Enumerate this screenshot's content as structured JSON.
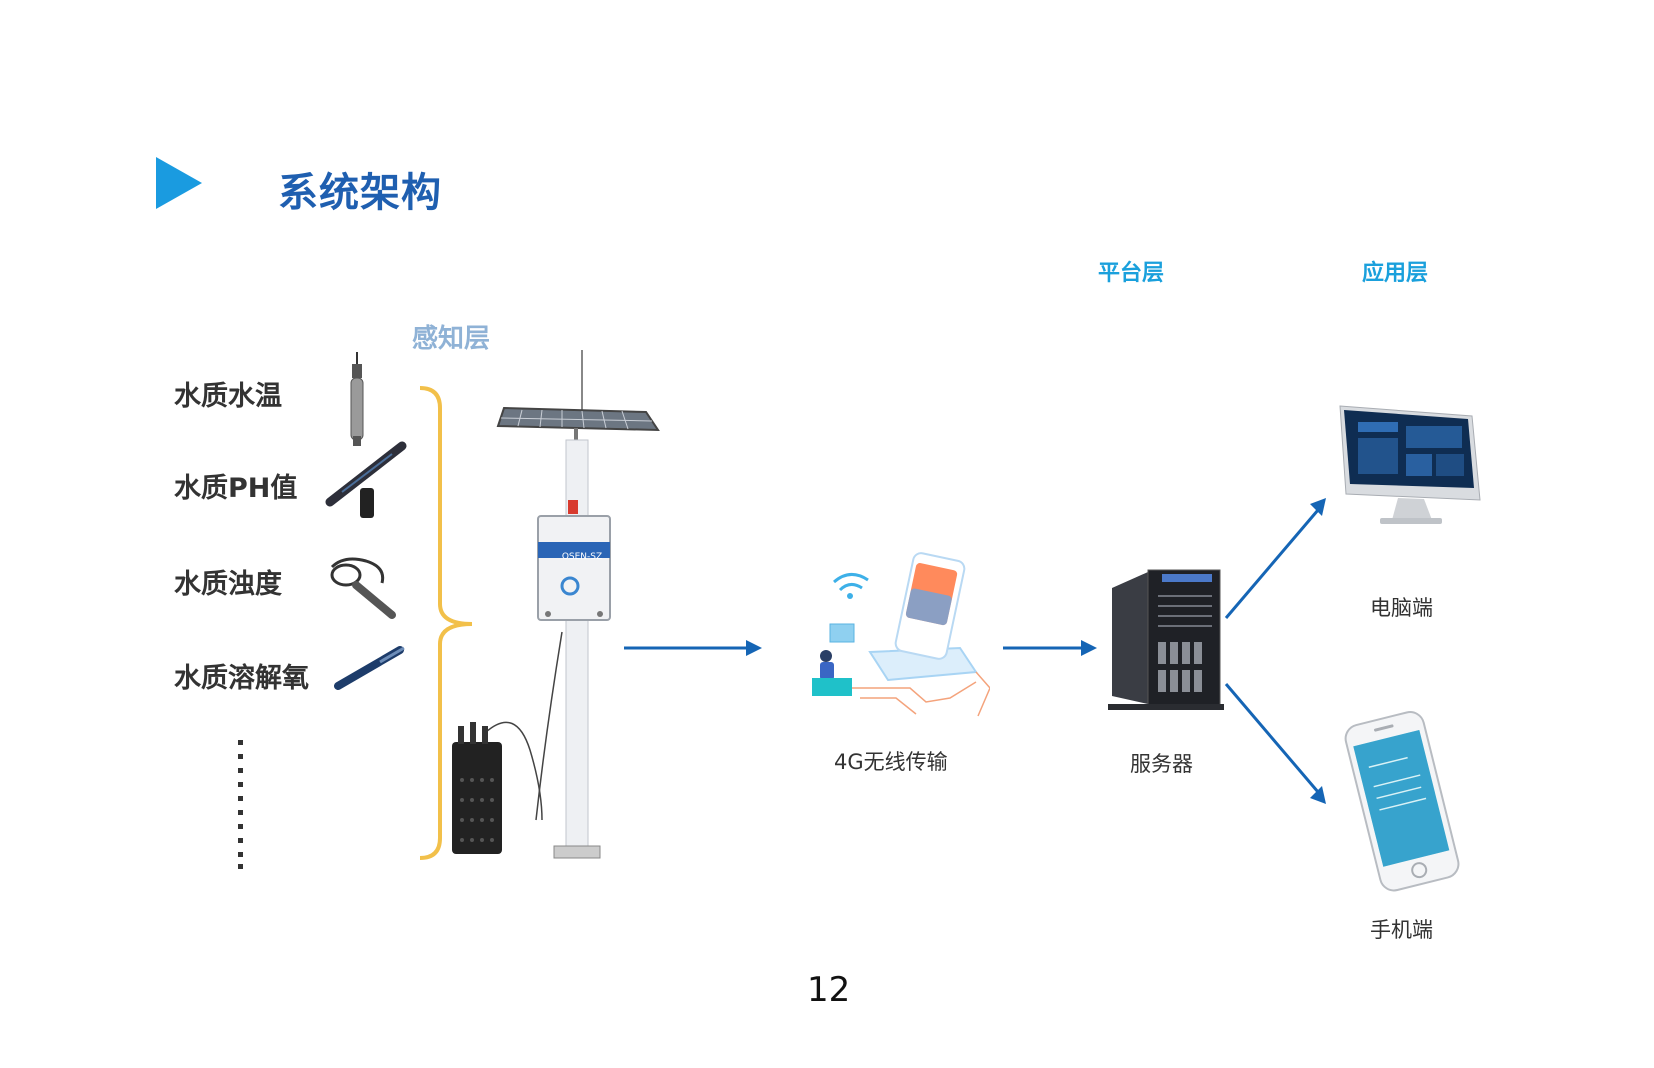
{
  "title": "系统架构",
  "layers": {
    "perception": "感知层",
    "platform": "平台层",
    "application": "应用层"
  },
  "sensors": [
    {
      "label": "水质水温"
    },
    {
      "label": "水质PH值"
    },
    {
      "label": "水质浊度"
    },
    {
      "label": "水质溶解氧"
    }
  ],
  "nodes": {
    "transmission": "4G无线传输",
    "server": "服务器",
    "pc": "电脑端",
    "mobile": "手机端"
  },
  "device": {
    "panel_text": "OSEN-SZ"
  },
  "page_number": "12",
  "colors": {
    "title": "#1f5fb0",
    "accent_triangle": "#1a9be0",
    "layer_label": "#1aa0dc",
    "bracket": "#f2c04a",
    "arrow": "#1565b5"
  }
}
